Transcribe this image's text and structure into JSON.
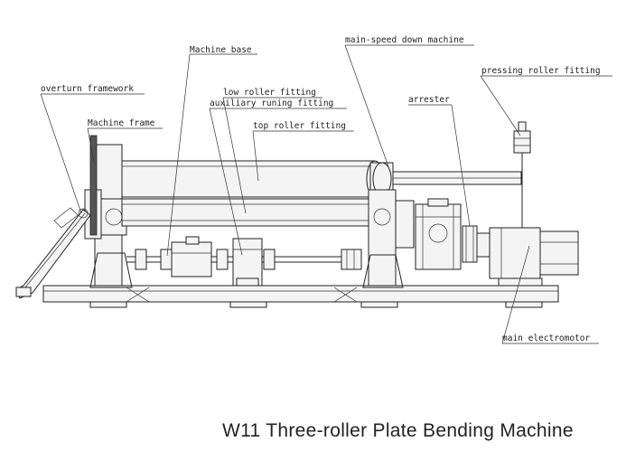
{
  "labels": {
    "machine_base": "Machine base",
    "main_speed_down": "main-speed down machine",
    "pressing_roller": "pressing roller fitting",
    "overturn_framework": "overturn framework",
    "low_roller": "low roller fitting",
    "auxiliary_running": "auxiliary runing fitting",
    "arrester": "arrester",
    "machine_frame": "Machine frame",
    "top_roller": "top roller fitting",
    "main_electromotor": "main electromotor"
  },
  "title": "W11 Three-roller Plate Bending Machine"
}
